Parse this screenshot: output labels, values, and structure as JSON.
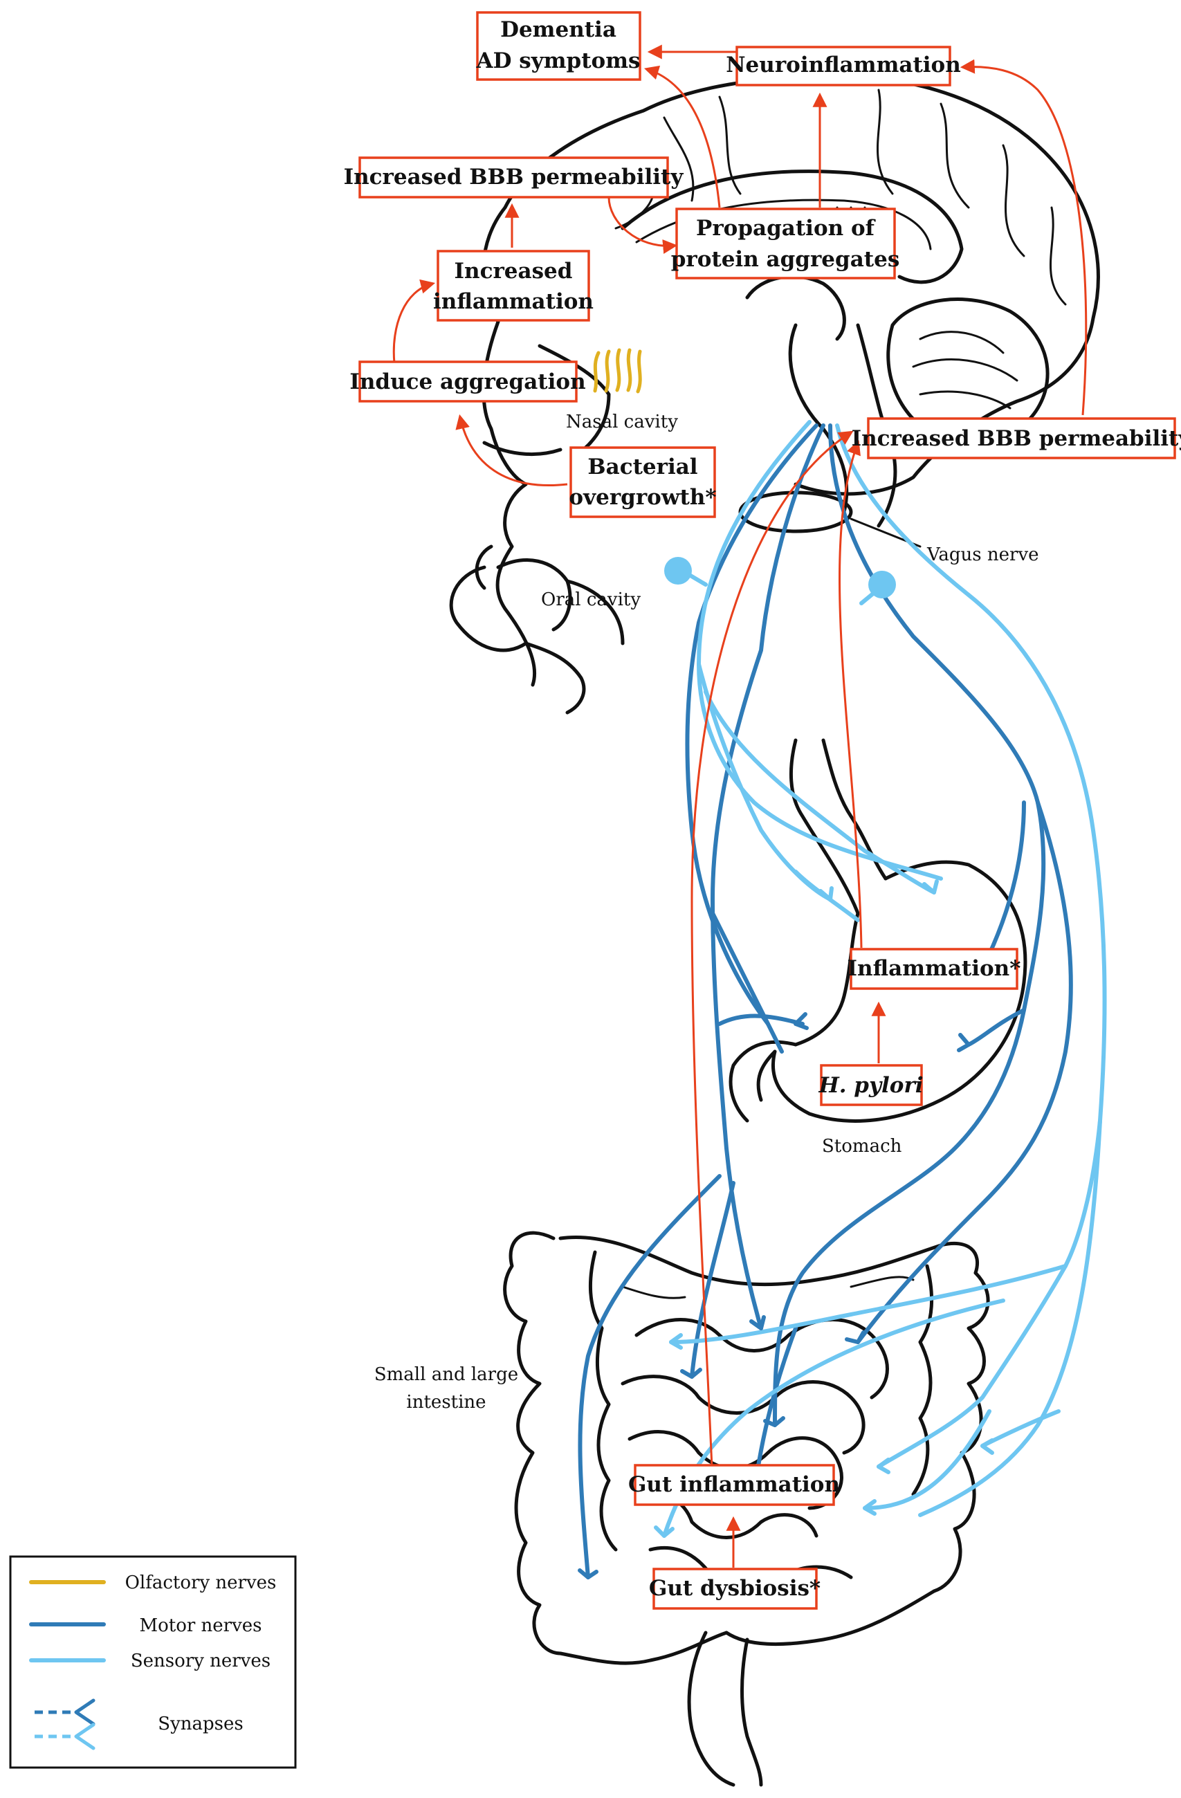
{
  "colors": {
    "arrow": "#e8401c",
    "olfactory": "#e0b020",
    "motor": "#2f7bb7",
    "sensory": "#6ec6f1",
    "outline": "#111111"
  },
  "boxes": {
    "dementia": {
      "line1": "Dementia",
      "line2": "AD symptoms"
    },
    "neuroinflammation": "Neuroinflammation",
    "bbb_top": "Increased BBB permeability",
    "propagation": {
      "line1": "Propagation of",
      "line2": "protein aggregates"
    },
    "increased_inflammation": {
      "line1": "Increased",
      "line2": "inflammation"
    },
    "induce_aggregation": "Induce aggregation",
    "bacterial": {
      "line1": "Bacterial",
      "line2": "overgrowth*"
    },
    "bbb_right": "Increased BBB permeability",
    "inflammation_stomach": "Inflammation*",
    "hpylori": "H. pylori",
    "gut_inflammation": "Gut inflammation",
    "gut_dysbiosis": "Gut dysbiosis*"
  },
  "labels": {
    "nasal_cavity": "Nasal cavity",
    "oral_cavity": "Oral cavity",
    "vagus_nerve": "Vagus nerve",
    "stomach": "Stomach",
    "intestine_line1": "Small and large",
    "intestine_line2": "intestine"
  },
  "legend": {
    "olfactory": "Olfactory nerves",
    "motor": "Motor nerves",
    "sensory": "Sensory nerves",
    "synapses": "Synapses"
  }
}
